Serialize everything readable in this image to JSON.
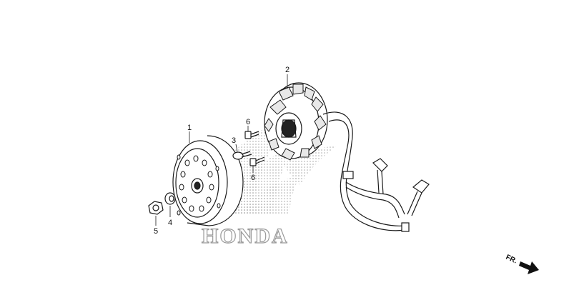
{
  "diagram": {
    "watermark": {
      "text": "HONDA"
    },
    "direction_label": "FR.",
    "callouts": [
      {
        "id": "flywheel",
        "number": "1"
      },
      {
        "id": "stator",
        "number": "2"
      },
      {
        "id": "washer",
        "number": "3"
      },
      {
        "id": "washer-ring",
        "number": "4"
      },
      {
        "id": "nut",
        "number": "5"
      },
      {
        "id": "bolt-upper",
        "number": "6"
      },
      {
        "id": "bolt-lower",
        "number": "6"
      }
    ]
  },
  "colors": {
    "line": "#1a1a1a",
    "watermark": "#9a9a9a",
    "background": "#ffffff"
  }
}
